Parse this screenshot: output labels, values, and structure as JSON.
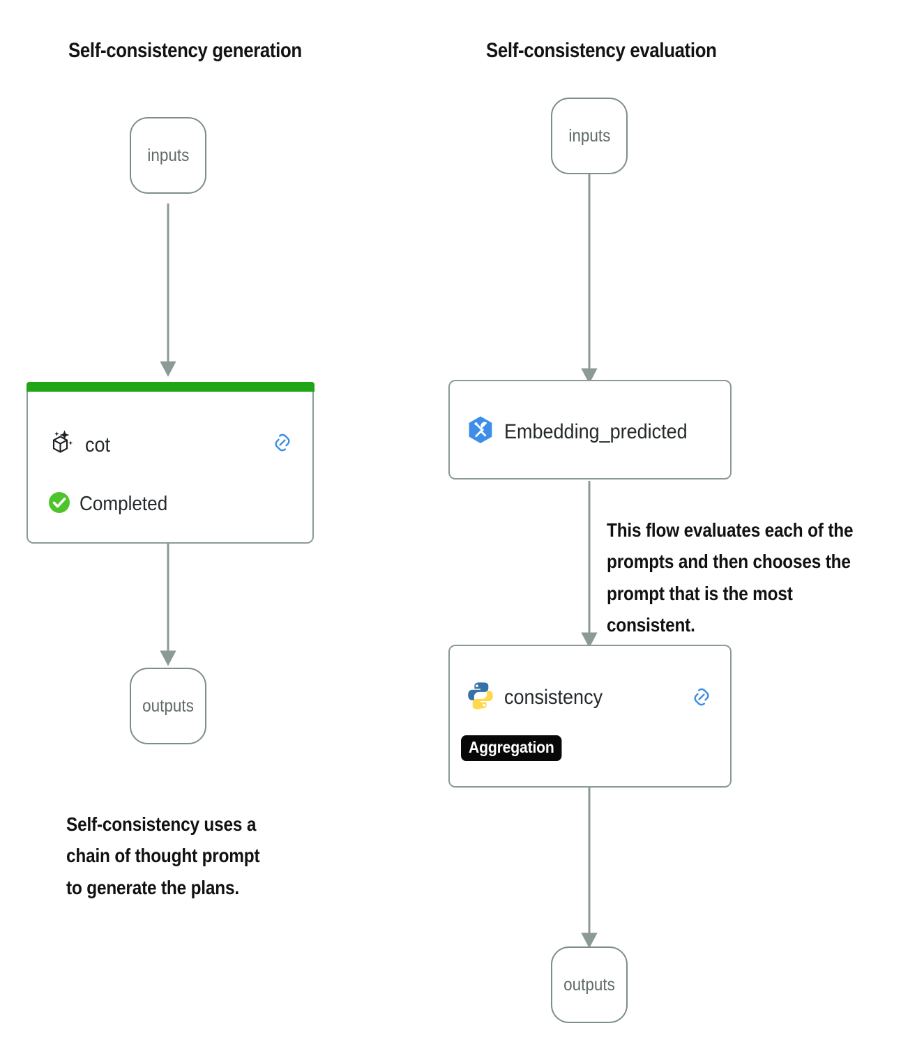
{
  "diagram": {
    "title_left": "Self-consistency generation",
    "title_right": "Self-consistency evaluation",
    "colors": {
      "node_border": "#7d8e89",
      "card_border": "#8b9a96",
      "status_bar_green": "#1fa516",
      "status_check_green": "#4ec32a",
      "link_icon_blue": "#3b8fe0",
      "tool_icon_blue": "#3d8ee8",
      "python_blue": "#3572a5",
      "python_yellow": "#ffd84d",
      "badge_background": "#080808",
      "badge_text": "#ffffff",
      "connector": "#8b9a96",
      "text": "#24292b"
    }
  },
  "left_flow": {
    "inputs": {
      "label": "inputs"
    },
    "cot_node": {
      "title": "cot",
      "icon": "llm-cube-sparkle-icon",
      "status": "Completed",
      "status_icon": "green-check-circle-icon",
      "link_icon": "chain-link-icon",
      "topbar_color": "#1fa516"
    },
    "outputs": {
      "label": "outputs"
    },
    "note": "Self-consistency uses a\nchain of thought prompt\nto generate the plans."
  },
  "right_flow": {
    "inputs": {
      "label": "inputs"
    },
    "embedding_node": {
      "title": "Embedding_predicted",
      "icon": "tool-hexagon-icon"
    },
    "consistency_node": {
      "title": "consistency",
      "icon": "python-icon",
      "link_icon": "chain-link-icon",
      "badge": "Aggregation"
    },
    "outputs": {
      "label": "outputs"
    },
    "note": "This flow evaluates each of the\nprompts and then chooses the\nprompt that is the most consistent."
  }
}
